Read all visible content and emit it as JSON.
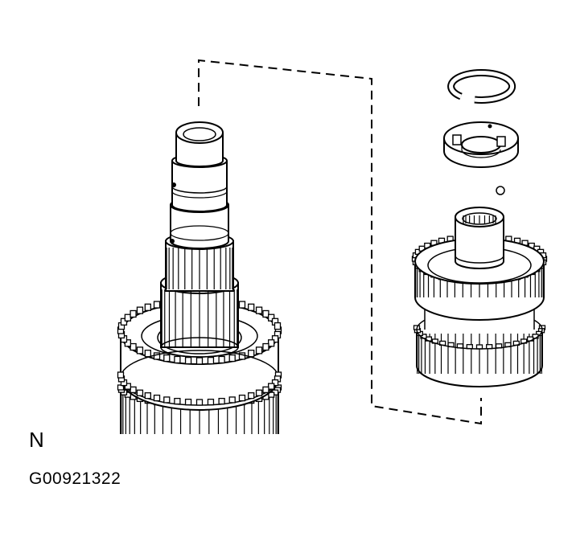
{
  "view_label": "N",
  "figure_id": "G00921322",
  "colors": {
    "line": "#000000",
    "fill": "#ffffff",
    "shade": "#f2f2f2"
  },
  "parts": [
    "main-shaft",
    "snap-ring",
    "thrust-washer",
    "ball",
    "gear-assembly"
  ]
}
